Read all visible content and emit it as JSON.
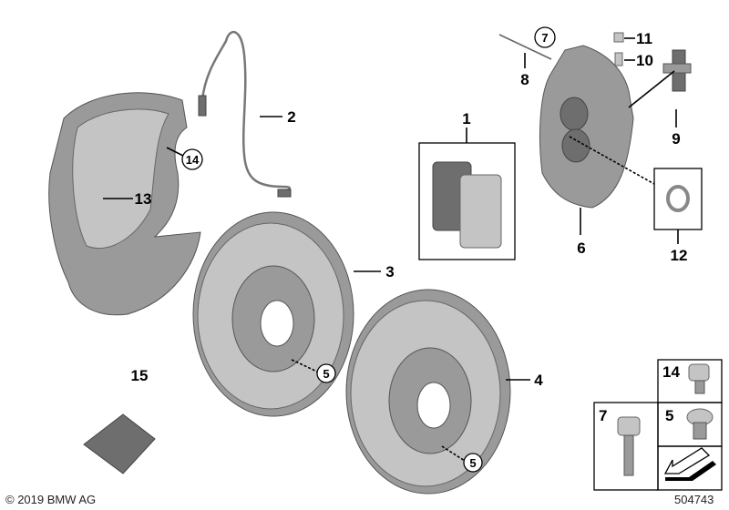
{
  "diagram": {
    "callouts": {
      "pads": "1",
      "wear_sensor": "2",
      "disc_plain": "3",
      "disc_drilled": "4",
      "bolt_5_a": "5",
      "bolt_5_b": "5",
      "caliper": "6",
      "bolt_7_circle": "7",
      "pin": "8",
      "spring": "9",
      "bleeder": "10",
      "cap": "11",
      "seal": "12",
      "shield": "13",
      "bolt_14_circle": "14",
      "grease": "15",
      "box_14": "14",
      "box_7": "7",
      "box_5": "5"
    }
  },
  "footer": {
    "copyright": "© 2019 BMW AG",
    "diagram_number": "504743"
  }
}
